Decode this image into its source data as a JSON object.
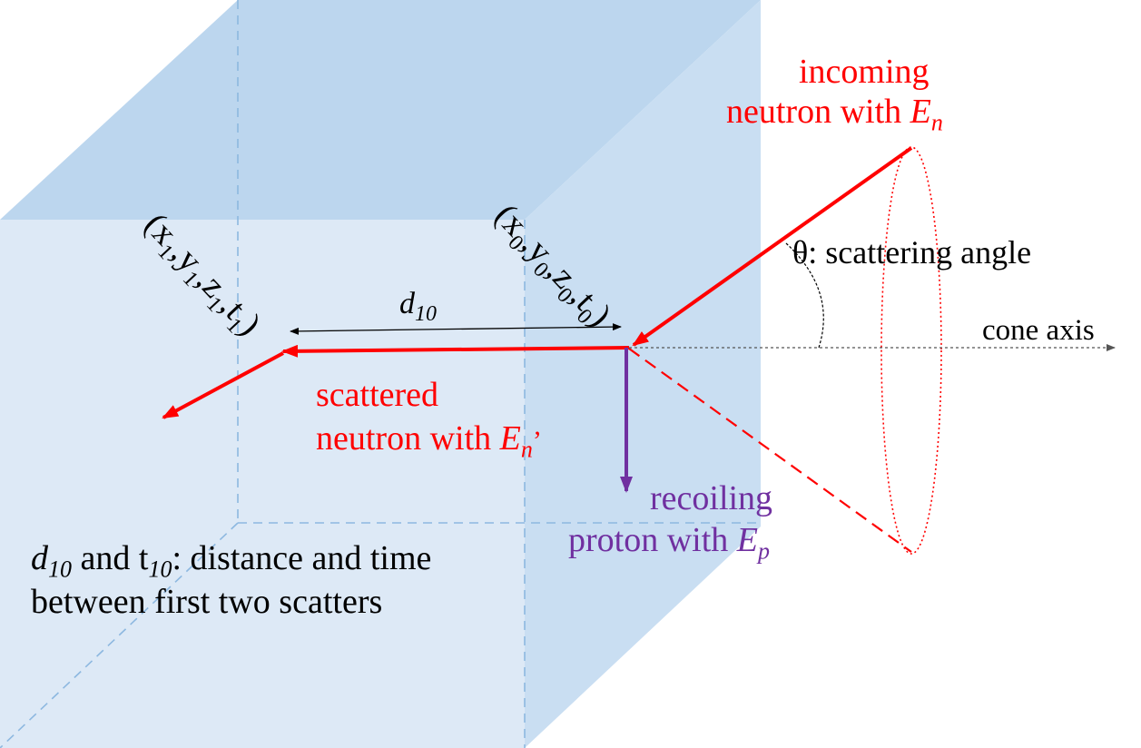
{
  "labels": {
    "incoming_line1": "incoming",
    "incoming_line2_text": "neutron with ",
    "incoming_symbol": "E",
    "incoming_sub": "n",
    "theta_label": "θ: scattering angle",
    "cone_axis": "cone axis",
    "coord1_open": "(x",
    "coord1_sub": "1",
    "coord1_y": ",y",
    "coord1_z": ",z",
    "coord1_t": ",t",
    "coord1_close": ")",
    "coord0_open": "(x",
    "coord0_sub": "0",
    "coord0_y": ",y",
    "coord0_z": ",z",
    "coord0_t": ",t",
    "coord0_close": ")",
    "d10_symbol": "d",
    "d10_sub": "10",
    "scattered_line1": "scattered",
    "scattered_line2_text": "neutron with ",
    "scattered_symbol": "E",
    "scattered_sub": "n",
    "scattered_prime": "’",
    "recoil_line1": "recoiling",
    "recoil_line2_text": "proton with ",
    "recoil_symbol": "E",
    "recoil_sub": "p",
    "note_d": "d",
    "note_d_sub": "10",
    "note_and": " and t",
    "note_t_sub": "10",
    "note_rest": ": distance and time",
    "note_line2": "between first two scatters"
  },
  "colors": {
    "neutron": "#ff0000",
    "proton": "#7030a0",
    "cube_front": "#dde9f6",
    "cube_top": "#bcd6ee",
    "cube_side": "#c5dcf1",
    "hidden_edge": "#8db8e0",
    "text": "#000000"
  }
}
